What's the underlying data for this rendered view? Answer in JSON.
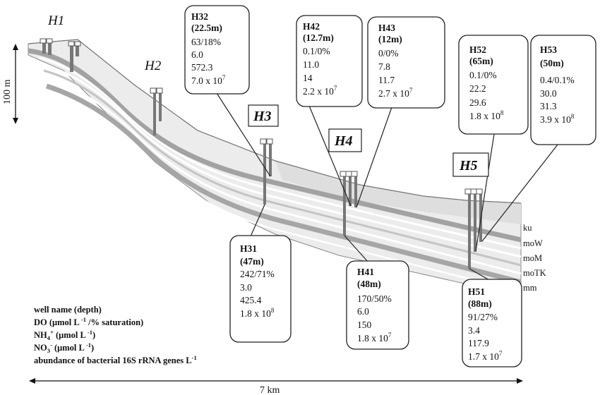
{
  "hillslopes": [
    {
      "label": "H1",
      "boxed": false
    },
    {
      "label": "H2",
      "boxed": false
    },
    {
      "label": "H3",
      "boxed": true
    },
    {
      "label": "H4",
      "boxed": true
    },
    {
      "label": "H5",
      "boxed": true
    }
  ],
  "wells": [
    {
      "name": "H32",
      "depth": "(22.5m)",
      "do": "63/18%",
      "nh4": "6.0",
      "no3": "572.3",
      "bact_mantissa": "7.0 x 10",
      "bact_exp": "7"
    },
    {
      "name": "H42",
      "depth": "(12.7m)",
      "do": "0.1/0%",
      "nh4": "11.0",
      "no3": "14",
      "bact_mantissa": "2.2 x 10",
      "bact_exp": "7"
    },
    {
      "name": "H43",
      "depth": "(12m)",
      "do": "0/0%",
      "nh4": "7.8",
      "no3": "11.7",
      "bact_mantissa": "2.7 x 10",
      "bact_exp": "7"
    },
    {
      "name": "H52",
      "depth": "(65m)",
      "do": "0.1/0%",
      "nh4": "22.2",
      "no3": "29.6",
      "bact_mantissa": "1.8 x 10",
      "bact_exp": "8"
    },
    {
      "name": "H53",
      "depth": "(50m)",
      "do": "0.4/0.1%",
      "nh4": "30.0",
      "no3": "31.3",
      "bact_mantissa": "3.9 x 10",
      "bact_exp": "8"
    },
    {
      "name": "H31",
      "depth": "(47m)",
      "do": "242/71%",
      "nh4": "3.0",
      "no3": "425.4",
      "bact_mantissa": "1.8 x 10",
      "bact_exp": "8"
    },
    {
      "name": "H41",
      "depth": "(48m)",
      "do": "170/50%",
      "nh4": "6.0",
      "no3": "150",
      "bact_mantissa": "1.8 x 10",
      "bact_exp": "7"
    },
    {
      "name": "H51",
      "depth": "(88m)",
      "do": "91/27%",
      "nh4": "3.4",
      "no3": "117.9",
      "bact_mantissa": "1.7 x 10",
      "bact_exp": "7"
    }
  ],
  "strata_labels": [
    "ku",
    "moW",
    "moM",
    "moTK",
    "mm"
  ],
  "vertical_scale": "100 m",
  "horizontal_scale": "7 km",
  "legend": {
    "line1": "well name (depth)",
    "line2_a": "DO (μmol L",
    "line2_sup": " -1",
    "line2_b": " /% saturation)",
    "line3_a": "NH",
    "line3_sub": "4",
    "line3_sup": "+",
    "line3_b": " (μmol L",
    "line3_sup2": " -1",
    "line3_c": ")",
    "line4_a": "NO",
    "line4_sub": "3",
    "line4_sup": "-",
    "line4_b": " (μmol L",
    "line4_sup2": " -1",
    "line4_c": ")",
    "line5_a": "abundance of bacterial 16S rRNA genes L",
    "line5_sup": "-1"
  }
}
